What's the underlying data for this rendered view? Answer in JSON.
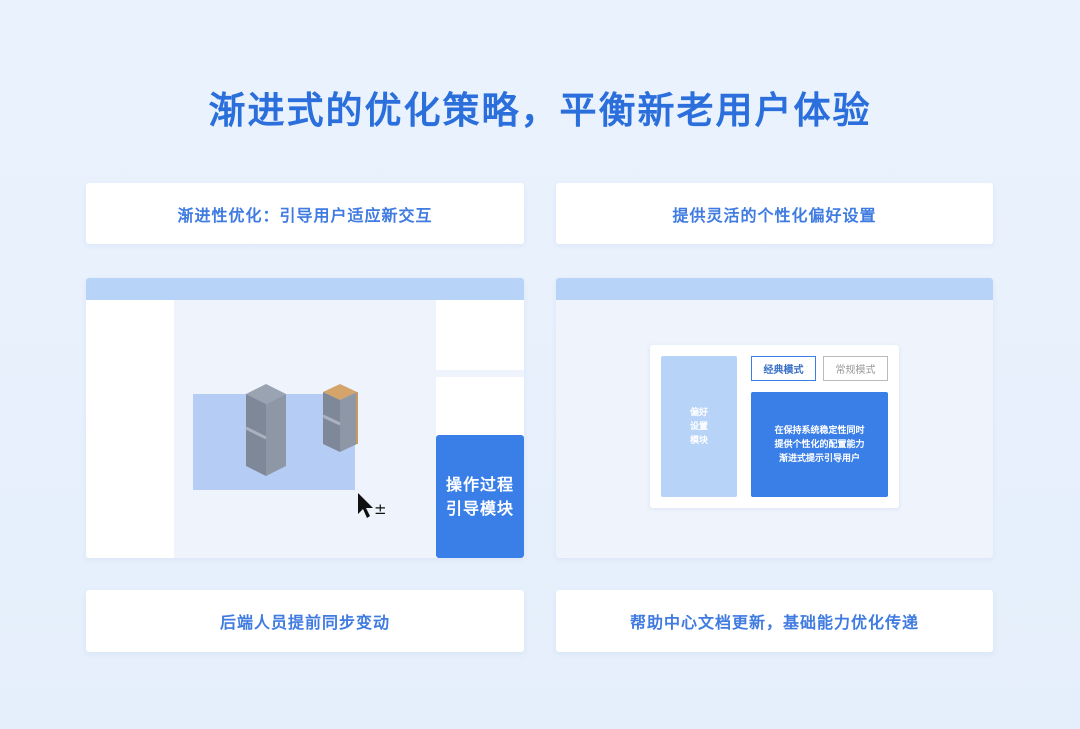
{
  "title": "渐进式的优化策略，平衡新老用户体验",
  "cards": {
    "top_left": "渐进性优化：引导用户适应新交互",
    "top_right": "提供灵活的个性化偏好设置",
    "bottom_left": "后端人员提前同步变动",
    "bottom_right": "帮助中心文档更新，基础能力优化传递"
  },
  "left_panel": {
    "guide_module": [
      "操作过程",
      "引导模块"
    ],
    "cursor_badge": "±"
  },
  "right_panel": {
    "pref_module": [
      "偏好",
      "设置",
      "模块"
    ],
    "mode_buttons": [
      "经典模式",
      "常规模式"
    ],
    "desc": [
      "在保持系统稳定性同时",
      "提供个性化的配置能力",
      "渐进式提示引导用户"
    ]
  },
  "colors": {
    "accent": "#3a7ee8",
    "title": "#2a6fdb",
    "light": "#b7d3f7"
  }
}
